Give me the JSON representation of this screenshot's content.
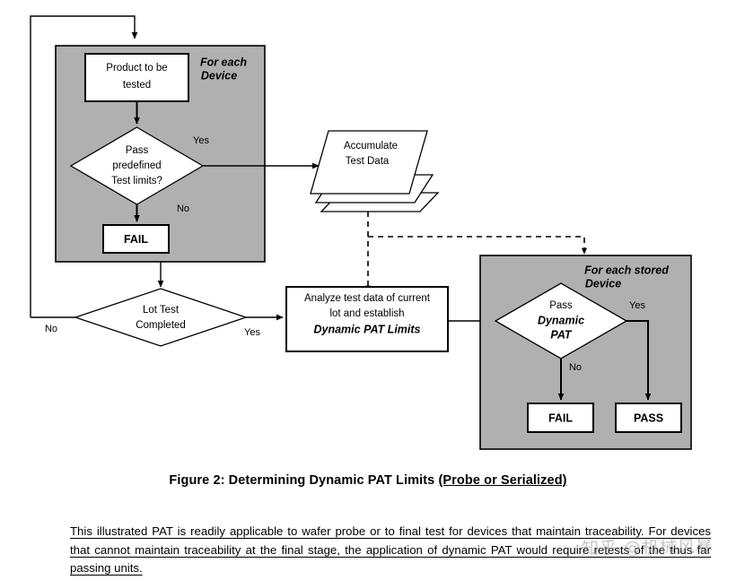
{
  "figure": {
    "caption_main": "Figure 2:  Determining Dynamic PAT Limits ",
    "caption_underlined": "(Probe or Serialized)",
    "body_text": "This illustrated PAT is readily applicable to wafer probe or to final test for devices that maintain traceability.  For devices that cannot maintain traceability at the final stage, the application of dynamic PAT would require retests of the thus far passing units.",
    "watermark": "知乎 @机械风暴"
  },
  "colors": {
    "group_fill": "#b0b0b0",
    "shape_fill": "#ffffff",
    "stroke": "#000000"
  },
  "groups": [
    {
      "id": "for-each-device",
      "label_line1": "For each",
      "label_line2": "Device"
    },
    {
      "id": "for-each-stored-device",
      "label_line1": "For each stored",
      "label_line2": "Device"
    }
  ],
  "nodes": {
    "product_to_be_tested": {
      "line1": "Product to be",
      "line2": "tested"
    },
    "pass_predefined": {
      "line1": "Pass",
      "line2": "predefined",
      "line3": "Test limits?"
    },
    "fail_device": {
      "label": "FAIL"
    },
    "lot_test_completed": {
      "line1": "Lot Test",
      "line2": "Completed"
    },
    "accumulate_test_data": {
      "line1": "Accumulate",
      "line2": "Test Data"
    },
    "analyze_test_data": {
      "line1": "Analyze test data of current",
      "line2": "lot and establish",
      "line3": "Dynamic PAT Limits"
    },
    "pass_dynamic_pat": {
      "line1": "Pass",
      "line2": "Dynamic",
      "line3": "PAT"
    },
    "fail_stored": {
      "label": "FAIL"
    },
    "pass_stored": {
      "label": "PASS"
    }
  },
  "edge_labels": {
    "predefined_yes": "Yes",
    "predefined_no": "No",
    "lot_no": "No",
    "lot_yes": "Yes",
    "dynamic_yes": "Yes",
    "dynamic_no": "No"
  }
}
